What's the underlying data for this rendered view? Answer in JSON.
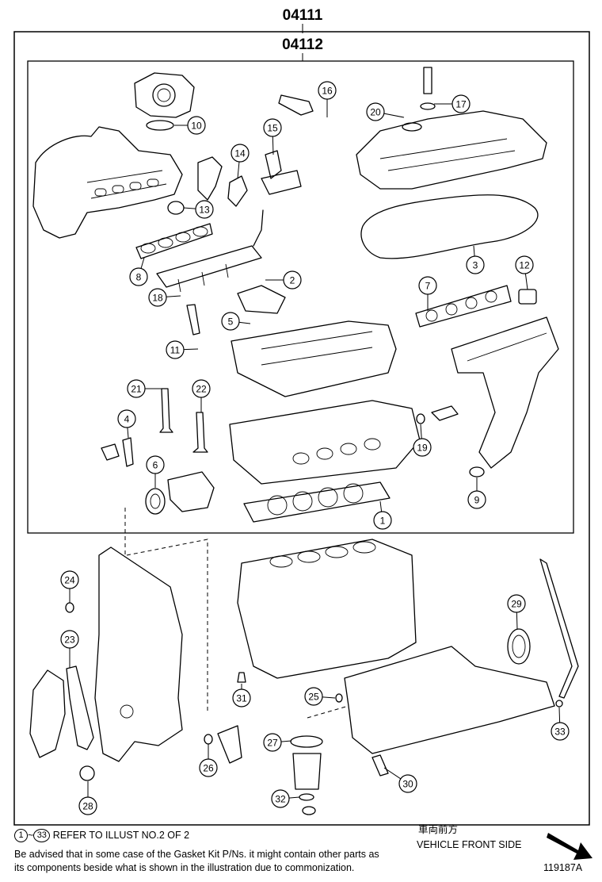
{
  "kit_numbers": {
    "outer": "04111",
    "inner": "04112"
  },
  "callouts": [
    {
      "id": "1",
      "label": "1"
    },
    {
      "id": "2",
      "label": "2"
    },
    {
      "id": "3",
      "label": "3"
    },
    {
      "id": "4",
      "label": "4"
    },
    {
      "id": "5",
      "label": "5"
    },
    {
      "id": "6",
      "label": "6"
    },
    {
      "id": "7",
      "label": "7"
    },
    {
      "id": "8",
      "label": "8"
    },
    {
      "id": "9",
      "label": "9"
    },
    {
      "id": "10",
      "label": "10"
    },
    {
      "id": "11",
      "label": "11"
    },
    {
      "id": "12",
      "label": "12"
    },
    {
      "id": "13",
      "label": "13"
    },
    {
      "id": "14",
      "label": "14"
    },
    {
      "id": "15",
      "label": "15"
    },
    {
      "id": "16",
      "label": "16"
    },
    {
      "id": "17",
      "label": "17"
    },
    {
      "id": "18",
      "label": "18"
    },
    {
      "id": "19",
      "label": "19"
    },
    {
      "id": "20",
      "label": "20"
    },
    {
      "id": "21",
      "label": "21"
    },
    {
      "id": "22",
      "label": "22"
    },
    {
      "id": "23",
      "label": "23"
    },
    {
      "id": "24",
      "label": "24"
    },
    {
      "id": "25",
      "label": "25"
    },
    {
      "id": "26",
      "label": "26"
    },
    {
      "id": "27",
      "label": "27"
    },
    {
      "id": "28",
      "label": "28"
    },
    {
      "id": "29",
      "label": "29"
    },
    {
      "id": "30",
      "label": "30"
    },
    {
      "id": "31",
      "label": "31"
    },
    {
      "id": "32",
      "label": "32"
    },
    {
      "id": "33",
      "label": "33"
    }
  ],
  "footer": {
    "ref_start": "1",
    "ref_tilde": "~",
    "ref_end": "33",
    "ref_text": "REFER TO ILLUST NO.2 OF 2",
    "advisory_line1": "Be advised that in some case of the Gasket Kit P/Ns.  it might contain other parts as",
    "advisory_line2": "its components beside what is shown in the illustration due to commonization.",
    "direction_jp": "車両前方",
    "direction_en": "VEHICLE FRONT SIDE",
    "illustration_id": "119187A"
  }
}
